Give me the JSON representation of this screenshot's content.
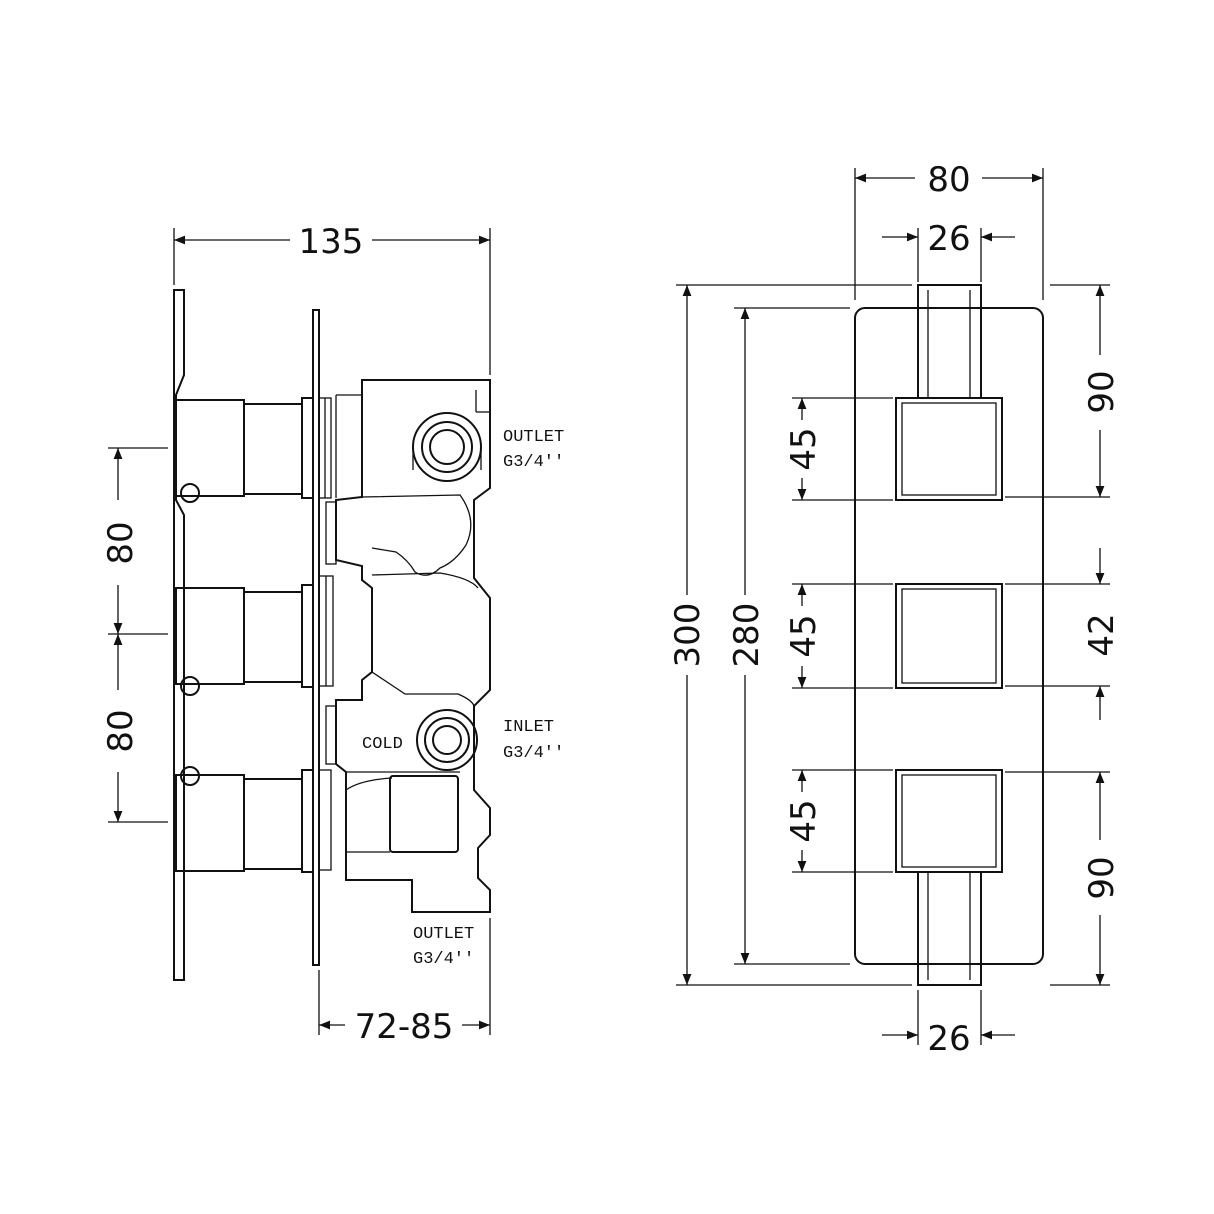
{
  "side_view": {
    "dim_width": "135",
    "dim_spacing_1": "80",
    "dim_spacing_2": "80",
    "dim_depth": "72-85",
    "outlet_top_1": "OUTLET",
    "outlet_top_2": "G3/4''",
    "inlet_1": "INLET",
    "inlet_2": "G3/4''",
    "cold": "COLD",
    "outlet_bottom_1": "OUTLET",
    "outlet_bottom_2": "G3/4''"
  },
  "front_view": {
    "dim_width": "80",
    "dim_handle_top": "26",
    "dim_handle_bottom": "26",
    "dim_total_height": "300",
    "dim_plate_height": "280",
    "dim_knob_1": "45",
    "dim_knob_2": "45",
    "dim_knob_3": "45",
    "dim_top_offset": "90",
    "dim_gap": "42",
    "dim_bottom_offset": "90"
  }
}
